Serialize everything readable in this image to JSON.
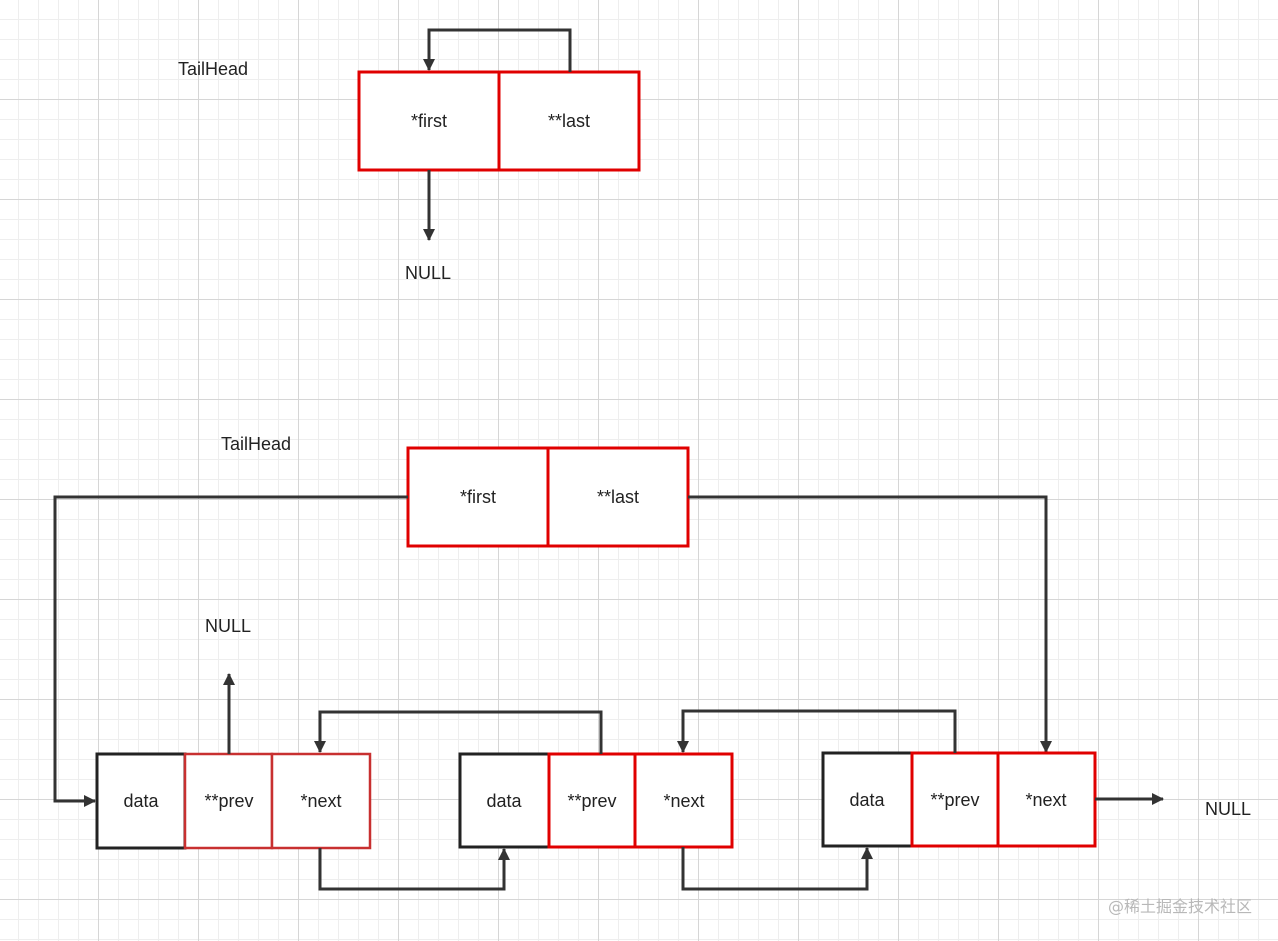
{
  "diagram1": {
    "title": "TailHead",
    "cells": {
      "first": "*first",
      "last": "**last"
    },
    "null_label": "NULL"
  },
  "diagram2": {
    "title": "TailHead",
    "head": {
      "first": "*first",
      "last": "**last"
    },
    "prev_null_label": "NULL",
    "tail_null_label": "NULL",
    "nodes": [
      {
        "data": "data",
        "prev": "**prev",
        "next": "*next"
      },
      {
        "data": "data",
        "prev": "**prev",
        "next": "*next"
      },
      {
        "data": "data",
        "prev": "**prev",
        "next": "*next"
      }
    ]
  },
  "watermark": "@稀土掘金技术社区",
  "colors": {
    "box_red": "#e00000",
    "box_black": "#222222",
    "arrow": "#333333",
    "grid": "#d6d6d6"
  }
}
